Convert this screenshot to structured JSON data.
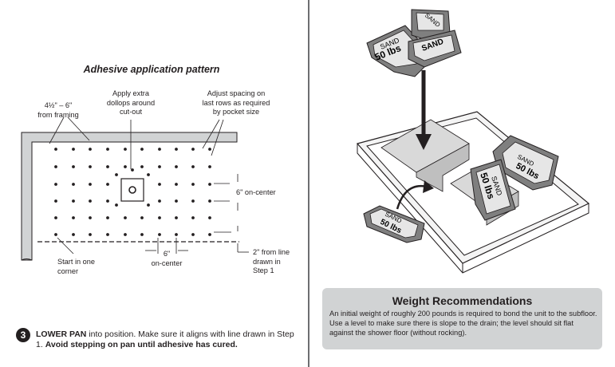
{
  "diagram": {
    "title": "Adhesive application pattern",
    "labels": {
      "from_framing_1": "4½\" – 6\"",
      "from_framing_2": "from framing",
      "extra_1": "Apply extra",
      "extra_2": "dollops around",
      "extra_3": "cut-out",
      "adjust_1": "Adjust spacing on",
      "adjust_2": "last rows as required",
      "adjust_3": "by pocket size",
      "on_center_right": "6\" on-center",
      "bottom_6": "6\"",
      "bottom_on_center": "on-center",
      "start_1": "Start in one",
      "start_2": "corner",
      "line_1": "2\" from line",
      "line_2": "drawn in",
      "line_3": "Step 1"
    }
  },
  "step": {
    "number": "3",
    "bold_lead": "LOWER PAN",
    "text_1": " into position. Make sure it aligns with line drawn in Step 1. ",
    "bold_tail": "Avoid stepping on pan until adhesive has cured."
  },
  "illustration": {
    "bag_text_sand": "SAND",
    "bag_text_weight": "50 lbs"
  },
  "weight_box": {
    "title": "Weight Recommendations",
    "body": "An initial weight of roughly 200 pounds is required to bond the unit to the subfloor. Use a level to make sure there is slope to the drain; the level should sit flat against the shower floor (without rocking)."
  },
  "colors": {
    "frame_gray": "#d1d3d4",
    "ink": "#231f20",
    "box_gray": "#d1d3d4"
  }
}
